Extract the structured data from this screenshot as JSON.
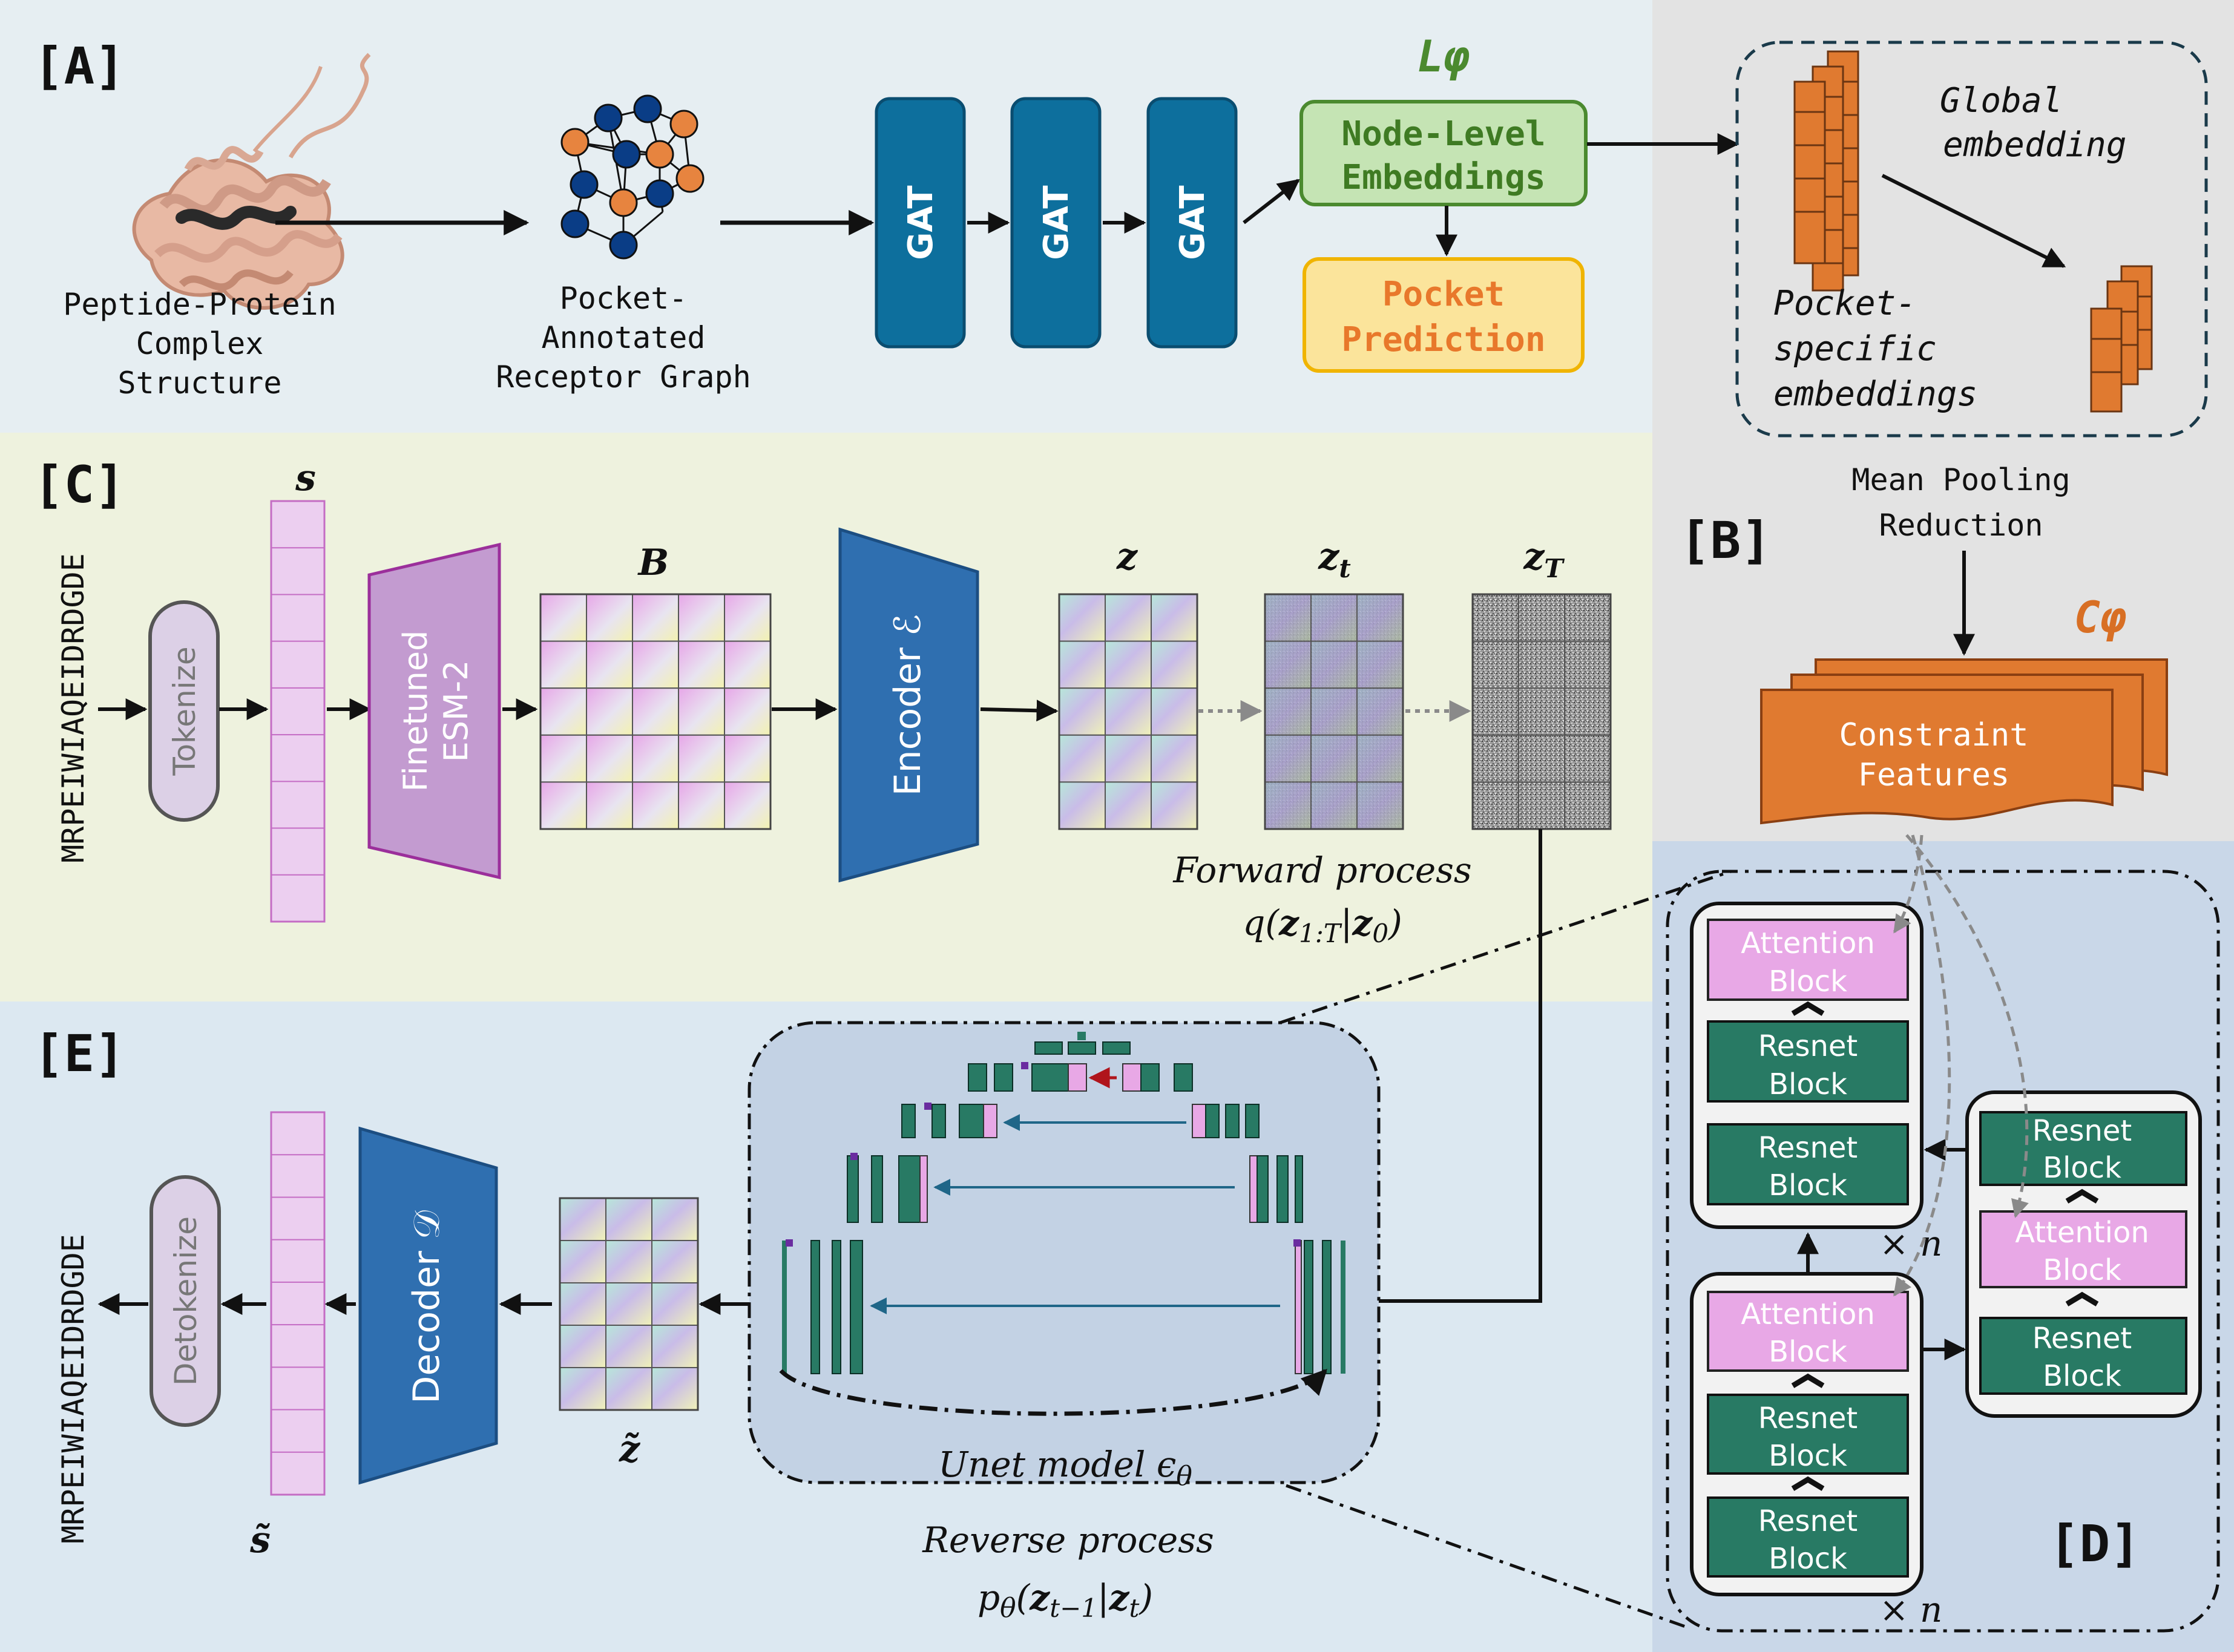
{
  "panels": {
    "a": "[A]",
    "b": "[B]",
    "c": "[C]",
    "d": "[D]",
    "e": "[E]"
  },
  "panel_a": {
    "structure_caption": [
      "Peptide-Protein",
      "Complex",
      "Structure"
    ],
    "graph_caption": [
      "Pocket-",
      "Annotated",
      "Receptor Graph"
    ],
    "gat_label": "GAT",
    "loss_label": "Lφ",
    "node_embeddings": [
      "Node-Level",
      "Embeddings"
    ],
    "pocket_prediction": [
      "Pocket",
      "Prediction"
    ]
  },
  "panel_b": {
    "global_embedding": [
      "Global",
      "embedding"
    ],
    "pocket_specific": [
      "Pocket-",
      "specific",
      "embeddings"
    ],
    "mean_pooling": [
      "Mean Pooling",
      "Reduction"
    ],
    "constraint_label": "Cφ",
    "constraint_features": [
      "Constraint",
      "Features"
    ]
  },
  "panel_c": {
    "sequence": "MRPEIWIAQEIDRDGDE",
    "tokenize": "Tokenize",
    "s_label": "s",
    "esm_label": [
      "Finetuned",
      "ESM-2"
    ],
    "b_label": "B",
    "encoder_label": "Encoder ℰ",
    "z_label": "z",
    "zt_label": "zt",
    "zT_label": "zT",
    "forward_title": "Forward process",
    "forward_formula": "q(z1:T|z0)"
  },
  "panel_d": {
    "attention": [
      "Attention",
      "Block"
    ],
    "resnet": [
      "Resnet",
      "Block"
    ],
    "times_n": "× n"
  },
  "panel_e": {
    "sequence": "MRPEIWIAQEIDRDGDE",
    "detokenize": "Detokenize",
    "decoder_label": "Decoder 𝒟",
    "s_tilde": "s̃",
    "z_tilde": "z̃",
    "unet_label": "Unet model εθ",
    "reverse_title": "Reverse process",
    "reverse_formula": "pθ(zt−1|zt)"
  },
  "colors": {
    "panel_a_bg": "#e6eef2",
    "panel_b_bg": "#e3e3e3",
    "panel_c_bg": "#eef2de",
    "panel_d_bg": "#c9d7e8",
    "panel_e_bg": "#dce8f1",
    "gat_blue": "#0d6f9d",
    "green_fill": "#c5e4b4",
    "green_stroke": "#4b8a2f",
    "yellow_fill": "#fbe49b",
    "yellow_stroke": "#f0b400",
    "orange": "#e07a30",
    "dark_orange_text": "#d86f24",
    "resnet_green": "#287a64",
    "attention_pink": "#e8a8e6",
    "encoder_blue": "#2f6fb0",
    "esm_purple": "#c39bd0",
    "token_pink": "#eccff0"
  }
}
